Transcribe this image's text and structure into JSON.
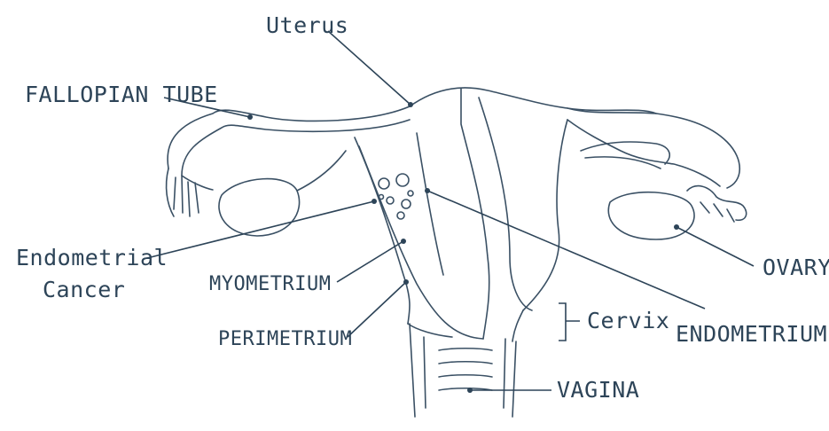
{
  "labels": {
    "uterus": "Uterus",
    "fallopian_tube": "FALLOPIAN TUBE",
    "endometrial_cancer_line1": "Endometrial",
    "endometrial_cancer_line2": "Cancer",
    "myometrium": "MYOMETRIUM",
    "perimetrium": "PERIMETRIUM",
    "cervix": "Cervix",
    "endometrium": "ENDOMETRIUM",
    "ovary": "OVARY",
    "vagina": "VAGINA"
  },
  "colors": {
    "ink": "#2d4458",
    "background": "#ffffff"
  }
}
